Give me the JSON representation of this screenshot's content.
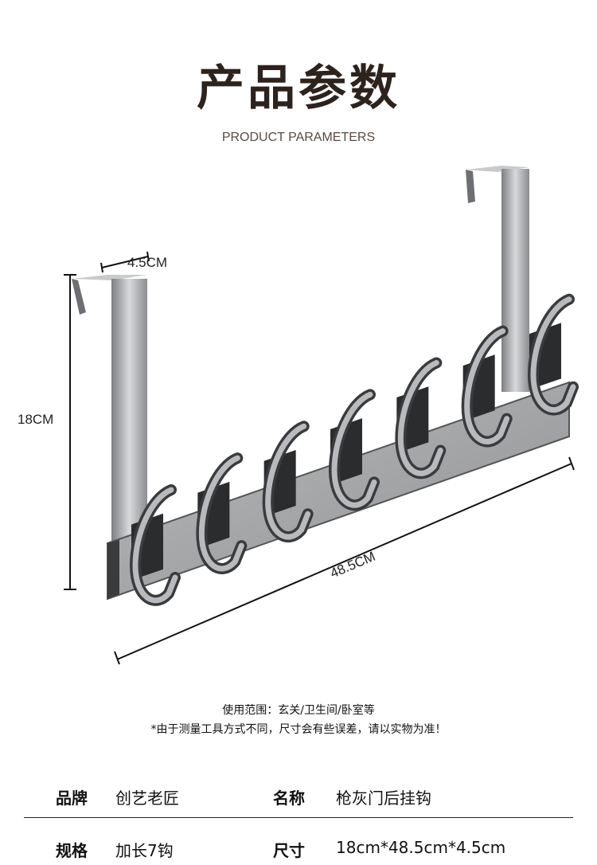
{
  "title": "产品参数",
  "subtitle": "PRODUCT PARAMETERS",
  "dimensions": {
    "depth": "4.5CM",
    "height": "18CM",
    "width": "48.5CM"
  },
  "notes": {
    "usage": "使用范围：玄关/卫生间/卧室等",
    "disclaimer": "*由于测量工具方式不同，尺寸会有些误差，请以实物为准！"
  },
  "specs": [
    {
      "label": "品牌",
      "value": "创艺老匠"
    },
    {
      "label": "名称",
      "value": "枪灰门后挂钩"
    },
    {
      "label": "规格",
      "value": "加长7钩"
    },
    {
      "label": "尺寸",
      "value": "18cm*48.5cm*4.5cm"
    }
  ],
  "hook_count": 7
}
